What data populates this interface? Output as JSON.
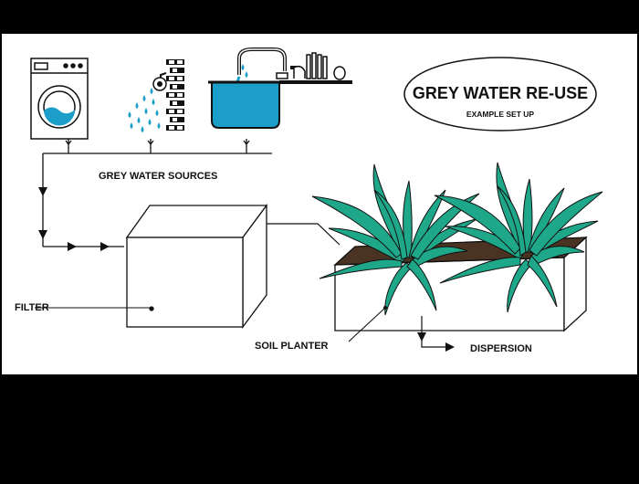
{
  "title": {
    "heading": "GREY WATER RE-USE",
    "subheading": "EXAMPLE SET UP"
  },
  "labels": {
    "sources": "GREY WATER SOURCES",
    "filter": "FILTER",
    "soil_planter": "SOIL PLANTER",
    "dispersion": "DISPERSION"
  },
  "icons": {
    "washing_machine": "washing-machine-icon",
    "shower": "shower-icon",
    "sink": "kitchen-sink-icon",
    "filter": "filter-box-icon",
    "planter": "soil-planter-icon",
    "plants": "plant-icon"
  },
  "colors": {
    "water": "#1b9fc8",
    "plant": "#1fa78a",
    "soil": "#4a3322",
    "line": "#111111",
    "background": "#ffffff",
    "frame": "#000000"
  }
}
